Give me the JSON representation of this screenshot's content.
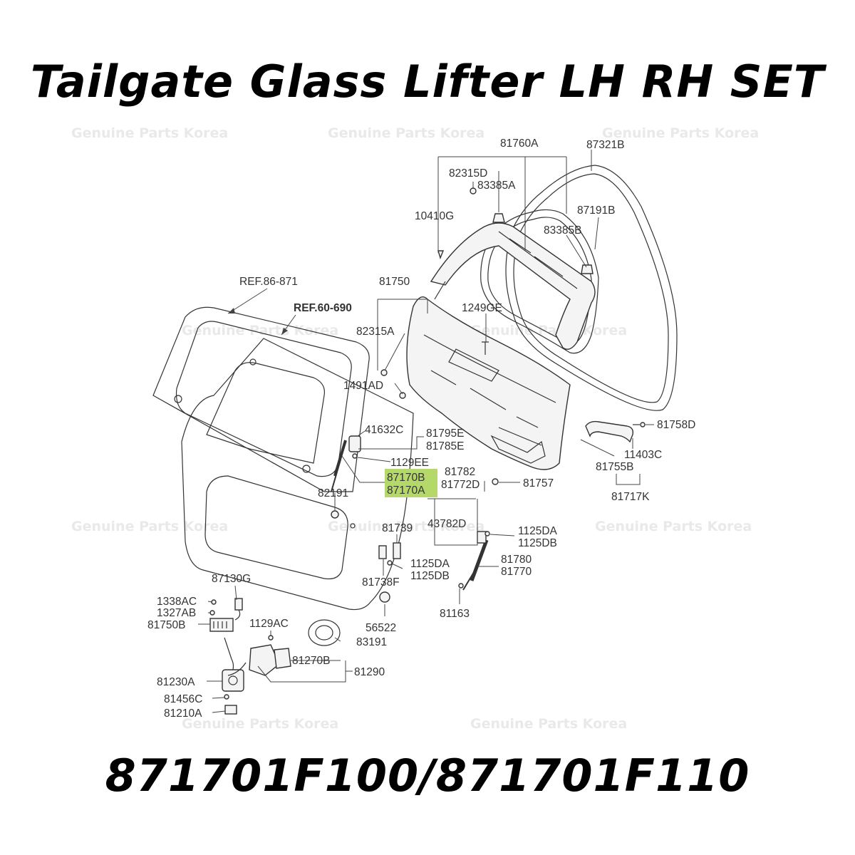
{
  "title": "Tailgate Glass Lifter LH RH SET",
  "part_numbers": "871701F100/871701F110",
  "watermark": "Genuine Parts Korea",
  "highlight_color": "#b5d86a",
  "labels": {
    "l81760A": "81760A",
    "l87321B": "87321B",
    "l82315D": "82315D",
    "l83385A": "83385A",
    "l10410G": "10410G",
    "l87191B": "87191B",
    "l83385B": "83385B",
    "l81750": "81750",
    "lREF86": "REF.86-871",
    "lREF60": "REF.60-690",
    "l82315A": "82315A",
    "l1249GE": "1249GE",
    "l1491AD": "1491AD",
    "l41632C": "41632C",
    "l81795E": "81795E",
    "l81785E": "81785E",
    "l81758D": "81758D",
    "l1129EE": "1129EE",
    "l87170B": "87170B",
    "l87170A": "87170A",
    "l81782": "81782",
    "l81772D": "81772D",
    "l11403C": "11403C",
    "l81755B": "81755B",
    "l81757": "81757",
    "l82191": "82191",
    "l81717K": "81717K",
    "l43782D": "43782D",
    "l81739": "81739",
    "l1125DA_r": "1125DA",
    "l1125DB_r": "1125DB",
    "l1125DA_m": "1125DA",
    "l1125DB_m": "1125DB",
    "l81780": "81780",
    "l81770": "81770",
    "l87130G": "87130G",
    "l81738F": "81738F",
    "l1338AC": "1338AC",
    "l1327AB": "1327AB",
    "l81750B": "81750B",
    "l81163": "81163",
    "l56522": "56522",
    "l1129AC": "1129AC",
    "l83191": "83191",
    "l81270B": "81270B",
    "l81290": "81290",
    "l81230A": "81230A",
    "l81456C": "81456C",
    "l81210A": "81210A"
  }
}
